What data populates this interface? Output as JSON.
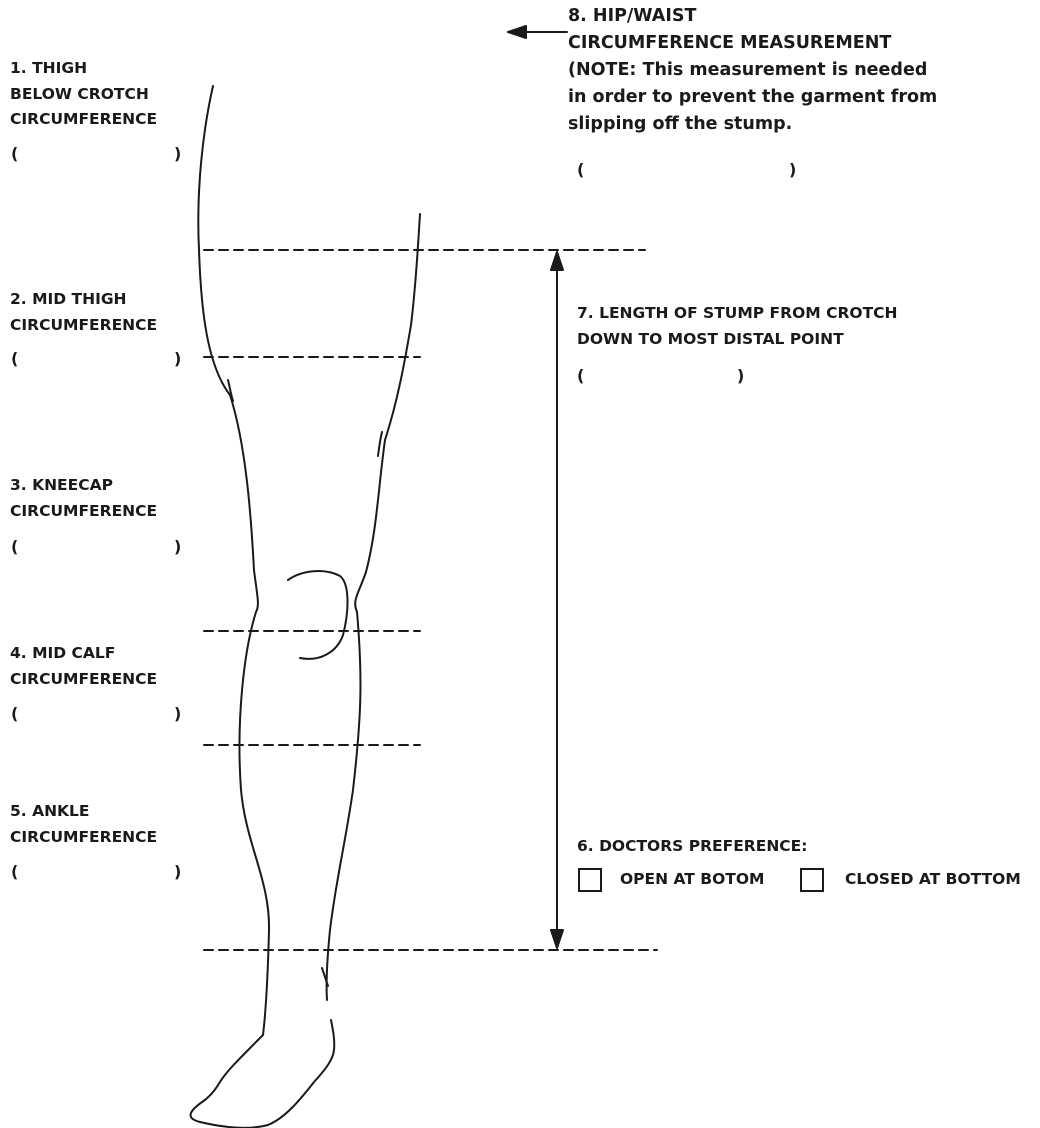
{
  "fields": [
    {
      "id": "thigh",
      "lines": [
        "1. THIGH",
        "BELOW CROTCH",
        "CIRCUMFERENCE"
      ],
      "open": "(",
      "close": ")"
    },
    {
      "id": "mid-thigh",
      "lines": [
        "2. MID THIGH",
        "CIRCUMFERENCE"
      ],
      "open": "(",
      "close": ")"
    },
    {
      "id": "kneecap",
      "lines": [
        "3. KNEECAP",
        "CIRCUMFERENCE"
      ],
      "open": "(",
      "close": ")"
    },
    {
      "id": "mid-calf",
      "lines": [
        "4. MID CALF",
        "CIRCUMFERENCE"
      ],
      "open": "(",
      "close": ")"
    },
    {
      "id": "ankle",
      "lines": [
        "5. ANKLE",
        "CIRCUMFERENCE"
      ],
      "open": "(",
      "close": ")"
    },
    {
      "id": "stump-length",
      "lines": [
        "7. LENGTH OF STUMP FROM CROTCH",
        "DOWN TO MOST DISTAL POINT"
      ],
      "open": "(",
      "close": ")"
    },
    {
      "id": "hip-waist",
      "lines": [
        "8. HIP/WAIST",
        "CIRCUMFERENCE MEASUREMENT",
        "(NOTE: This measurement is needed",
        "in order to prevent the garment from",
        "slipping off the stump."
      ],
      "open": "(",
      "close": ")"
    }
  ],
  "preference": {
    "title": "6. DOCTORS PREFERENCE:",
    "options": [
      "OPEN AT BOTOM",
      "CLOSED AT BOTTOM"
    ]
  },
  "colors": {
    "ink": "#1a1a1a",
    "background": "#ffffff"
  }
}
